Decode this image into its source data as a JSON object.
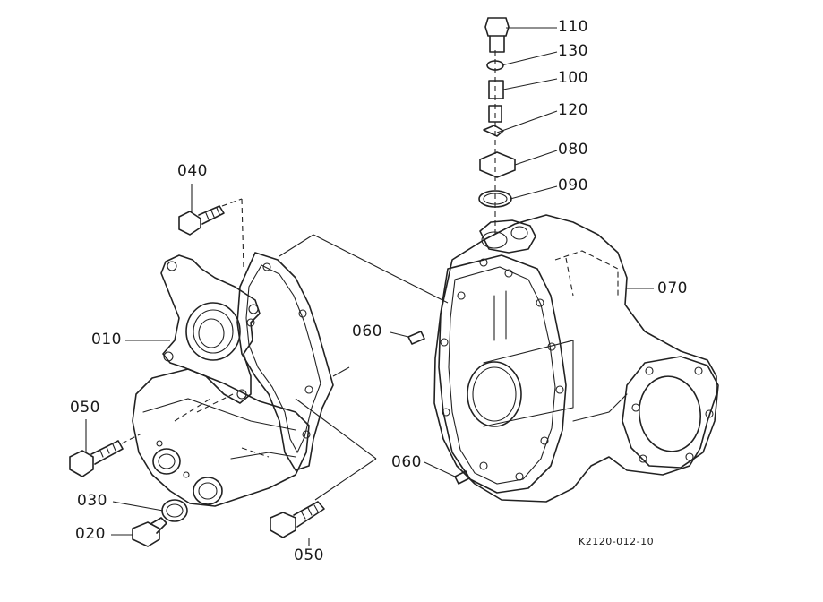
{
  "parts": [
    {
      "id": "part-110",
      "label": "110"
    },
    {
      "id": "part-130",
      "label": "130"
    },
    {
      "id": "part-100",
      "label": "100"
    },
    {
      "id": "part-120",
      "label": "120"
    },
    {
      "id": "part-080",
      "label": "080"
    },
    {
      "id": "part-090",
      "label": "090"
    },
    {
      "id": "part-070",
      "label": "070"
    },
    {
      "id": "part-060-upper",
      "label": "060"
    },
    {
      "id": "part-060-lower",
      "label": "060"
    },
    {
      "id": "part-040",
      "label": "040"
    },
    {
      "id": "part-010",
      "label": "010"
    },
    {
      "id": "part-050-left",
      "label": "050"
    },
    {
      "id": "part-050-bottom",
      "label": "050"
    },
    {
      "id": "part-030",
      "label": "030"
    },
    {
      "id": "part-020",
      "label": "020"
    }
  ],
  "drawing_code": "K2120-012-10"
}
